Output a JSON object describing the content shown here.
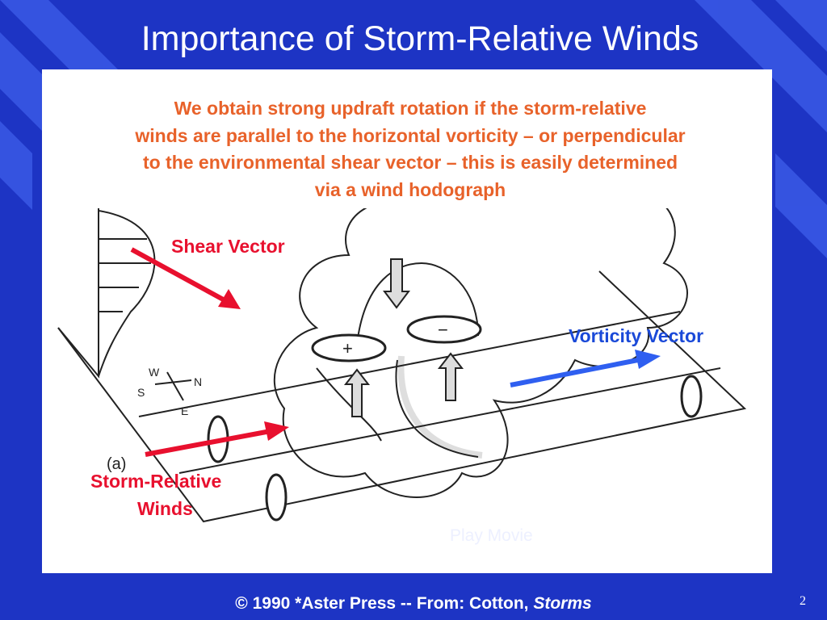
{
  "slide": {
    "title": "Importance of Storm-Relative Winds",
    "callout_lines": [
      "We obtain strong updraft rotation if the storm-relative",
      "winds are parallel to the horizontal vorticity – or perpendicular",
      "to the environmental shear vector – this is easily determined",
      "via a wind hodograph"
    ],
    "labels": {
      "shear_vector": "Shear Vector",
      "vorticity_vector": "Vorticity Vector",
      "storm_relative_line1": "Storm-Relative",
      "storm_relative_line2": "Winds",
      "play_movie": "Play Movie"
    },
    "figure_marks": {
      "panel": "(a)",
      "compass_w": "W",
      "compass_n": "N",
      "compass_s": "S",
      "compass_e": "E",
      "plus": "+",
      "minus": "−"
    },
    "footer": {
      "text": "© 1990 *Aster Press -- From: Cotton, ",
      "italic": "Storms"
    },
    "page_number": "2"
  },
  "colors": {
    "background": "#1d34c4",
    "stripe": "#3a59e6",
    "callout_text": "#e8622a",
    "red_arrow": "#e8102e",
    "blue_arrow": "#2f5ff0"
  }
}
